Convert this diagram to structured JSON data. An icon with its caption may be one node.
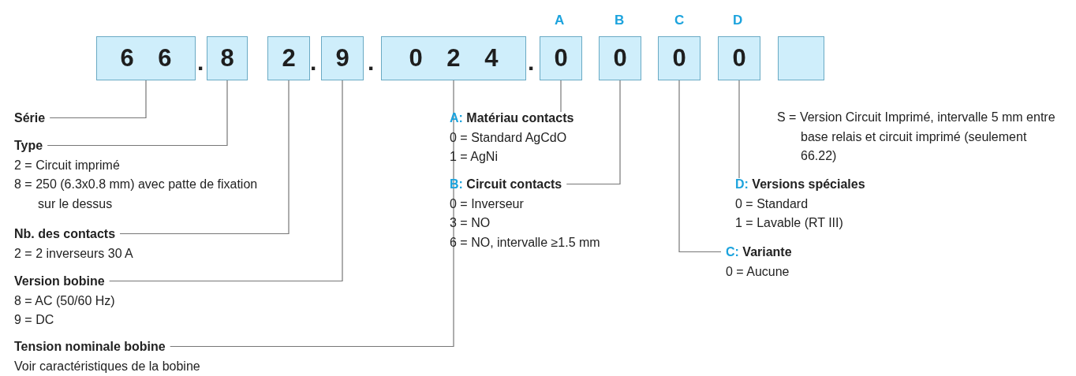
{
  "diagram": {
    "nodes": [
      {
        "text": [
          "6 6"
        ]
      },
      {
        "text": [
          "8"
        ]
      },
      {
        "text": [
          "2"
        ]
      },
      {
        "text": [
          "9"
        ]
      },
      {
        "text": [
          "0 2 4"
        ]
      },
      {
        "text": [
          "0"
        ]
      },
      {
        "text": [
          "0"
        ]
      },
      {
        "text": [
          "0"
        ]
      },
      {
        "text": [
          "0"
        ]
      },
      {
        "text": [],
        "shape": "box"
      },
      {
        "text": [
          "Série"
        ]
      },
      {
        "text": [
          "Type",
          "2 = Circuit imprimé",
          "8 = 250 (6.3x0.8 mm) avec patte de fixation sur le dessus"
        ]
      },
      {
        "text": [
          "Nb. des contacts",
          "2 = 2 inverseurs 30 A"
        ]
      },
      {
        "text": [
          "Version bobine",
          "8 = AC (50/60 Hz)",
          "9 = DC"
        ]
      },
      {
        "text": [
          "Tension nominale bobine",
          "Voir caractéristiques de la bobine"
        ]
      },
      {
        "text": [
          "A:",
          "Matériau contacts",
          "0 = Standard AgCdO",
          "1 = AgNi"
        ]
      },
      {
        "text": [
          "B:",
          "Circuit contacts",
          "0 = Inverseur",
          "3 = NO",
          "6 = NO, intervalle ≥1.5 mm"
        ]
      },
      {
        "text": [
          "C:",
          "Variante",
          "0 = Aucune"
        ]
      },
      {
        "text": [
          "D:",
          "Versions spéciales",
          "0 = Standard",
          "1 = Lavable (RT III)"
        ]
      }
    ],
    "edges": [
      {
        "from": 10,
        "to": 0,
        "arrow": "none"
      },
      {
        "from": 11,
        "to": 1,
        "arrow": "none"
      },
      {
        "from": 12,
        "to": 2,
        "arrow": "none"
      },
      {
        "from": 13,
        "to": 3,
        "arrow": "none"
      },
      {
        "from": 14,
        "to": 4,
        "arrow": "none"
      },
      {
        "from": 15,
        "to": 5,
        "arrow": "none"
      },
      {
        "from": 16,
        "to": 6,
        "arrow": "none"
      },
      {
        "from": 17,
        "to": 7,
        "arrow": "none"
      },
      {
        "from": 18,
        "to": 8,
        "arrow": "none"
      }
    ],
    "labels": [
      "A",
      "B",
      "C",
      "D",
      ".",
      ".",
      ".",
      ".",
      "S = Version Circuit  Imprimé, intervalle 5 mm entre base relais et circuit imprimé (seulement 66.22)"
    ]
  }
}
